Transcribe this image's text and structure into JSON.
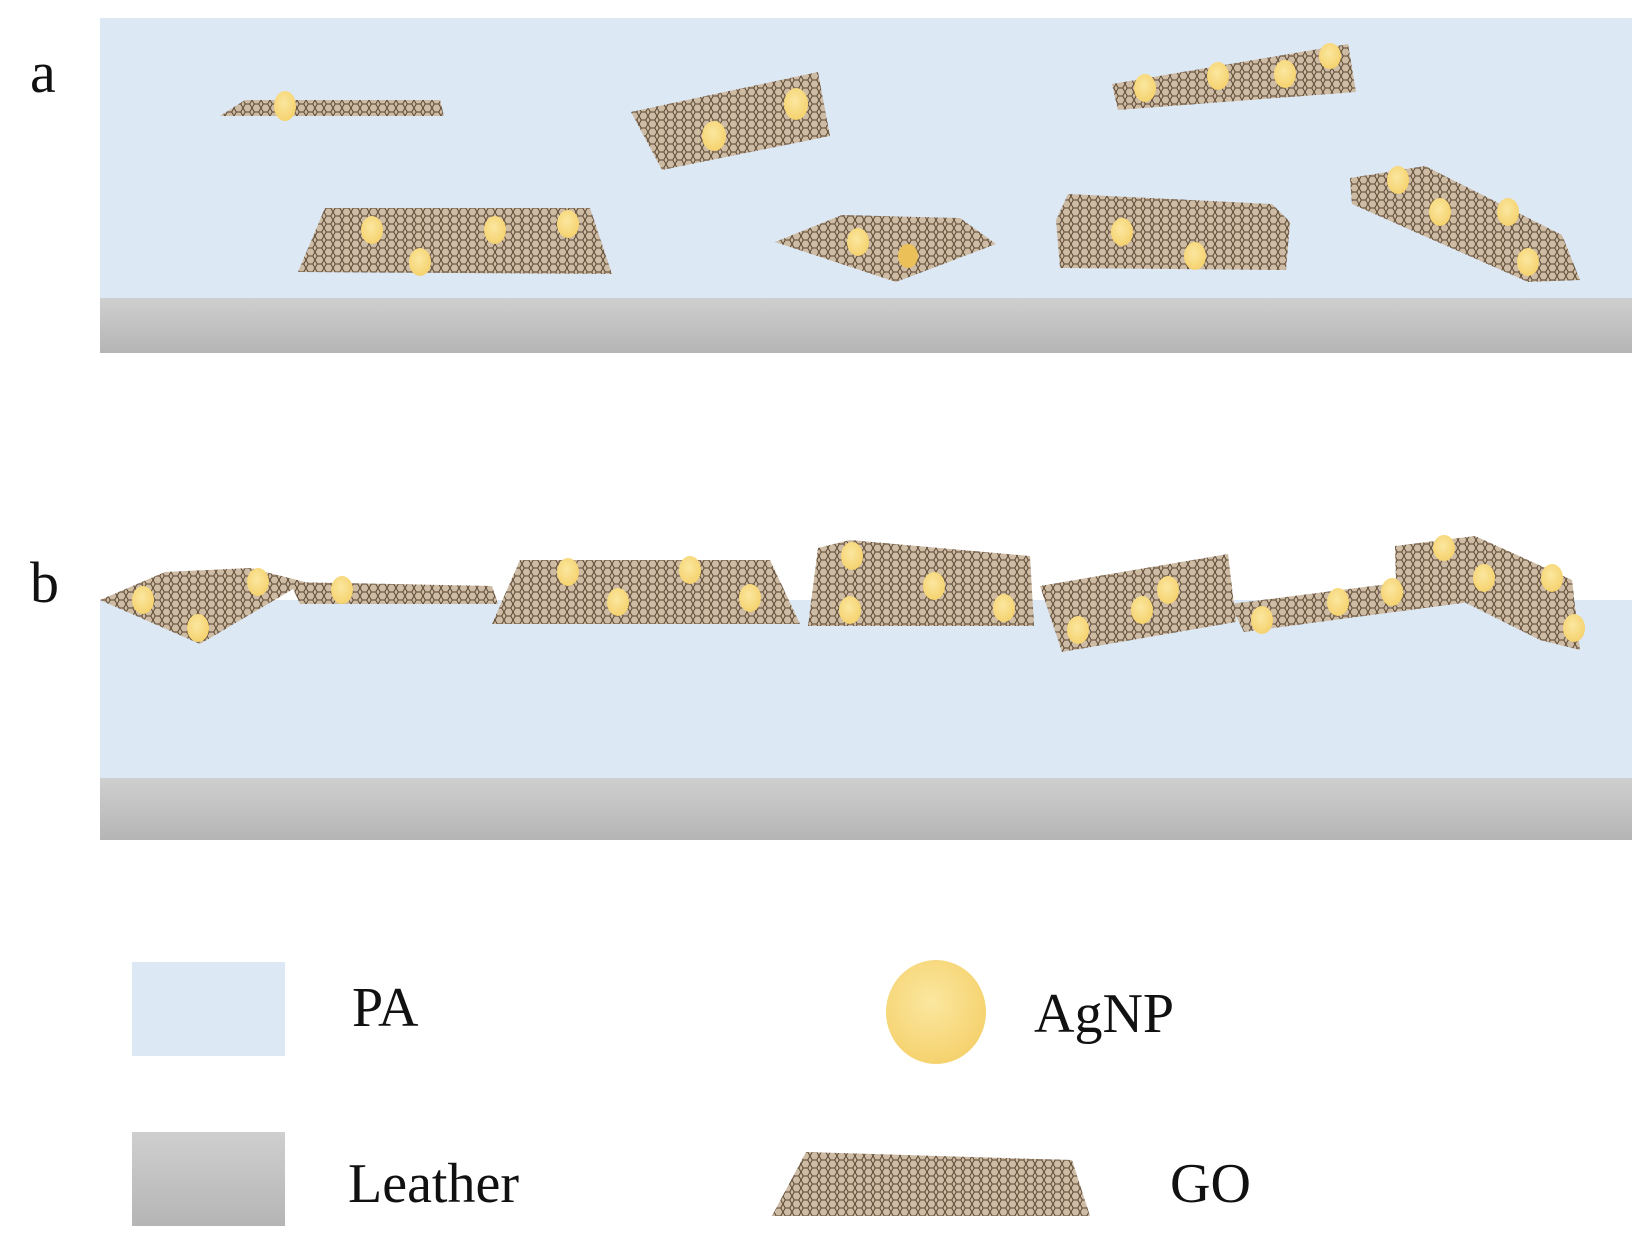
{
  "panels": [
    {
      "label": "a",
      "description_state": "dispersed"
    },
    {
      "label": "b",
      "description_state": "surface"
    }
  ],
  "legend": {
    "pa": "PA",
    "leather": "Leather",
    "agnp": "AgNP",
    "go": "GO"
  },
  "colors": {
    "pa": "#dde8f5",
    "leather": "#c4c4c4",
    "agnp": "#f8dc82",
    "go_fill": "#cbb9a2",
    "go_mesh": "#5a4632"
  }
}
